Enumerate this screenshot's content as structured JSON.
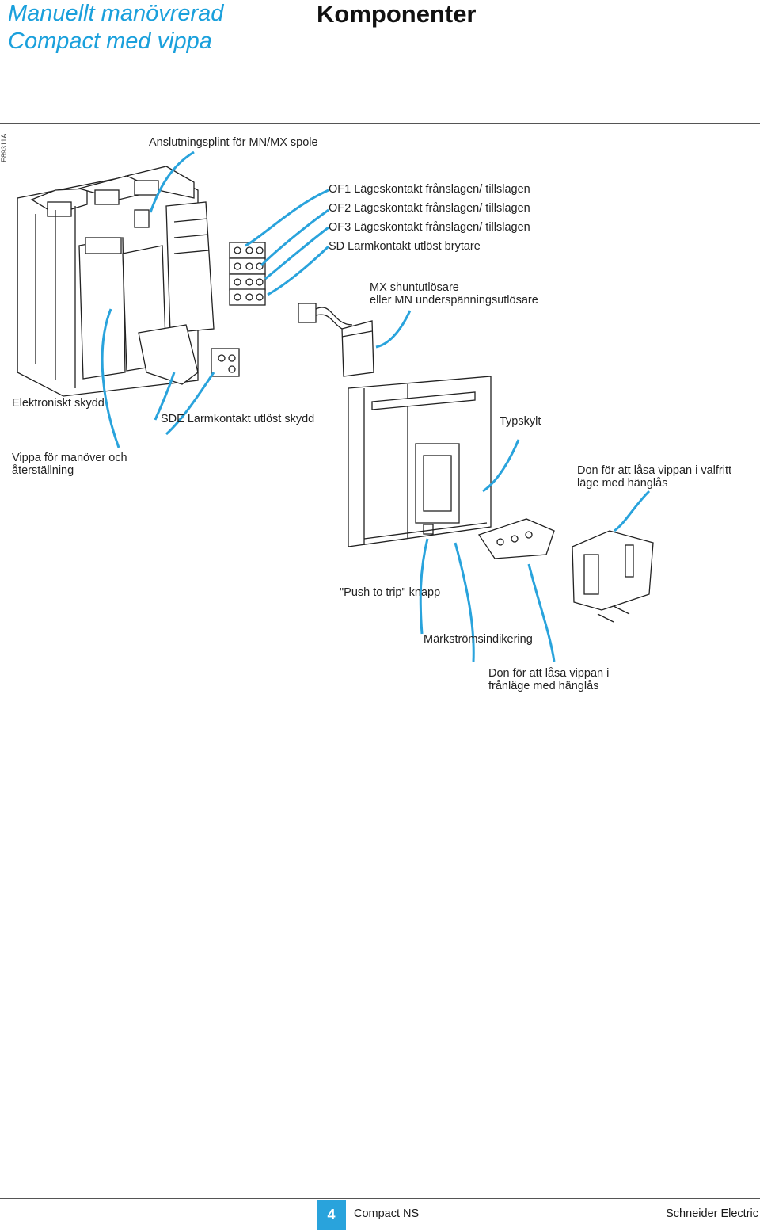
{
  "header": {
    "subtitle_lines": [
      "Manuellt manövrerad",
      "Compact med vippa"
    ],
    "title": "Komponenter",
    "doc_code": "E89311A"
  },
  "labels": {
    "terminal_block": "Anslutningsplint för MN/MX spole",
    "of1": "OF1 Lägeskontakt frånslagen/ tillslagen",
    "of2": "OF2 Lägeskontakt frånslagen/ tillslagen",
    "of3": "OF3 Lägeskontakt frånslagen/ tillslagen",
    "sd": "SD Larmkontakt utlöst brytare",
    "mx_line1": "MX shuntutlösare",
    "mx_line2": "eller MN underspänningsutlösare",
    "electronic_guard": "Elektroniskt skydd",
    "sde": "SDE Larmkontakt utlöst skydd",
    "nameplate": "Typskylt",
    "toggle_line1": "Vippa för manöver och",
    "toggle_line2": "återställning",
    "lock_any_line1": "Don för att låsa vippan i valfritt",
    "lock_any_line2": "läge med hänglås",
    "push_to_trip": "\"Push to trip\" knapp",
    "rating": "Märkströmsindikering",
    "lock_off_line1": "Don för att låsa vippan i",
    "lock_off_line2": "frånläge med hänglås"
  },
  "footer": {
    "page_number": "4",
    "product": "Compact NS",
    "company": "Schneider Electric"
  },
  "colors": {
    "accent": "#29a3dc",
    "subtitle": "#1aa0dc",
    "line_art": "#222222"
  }
}
